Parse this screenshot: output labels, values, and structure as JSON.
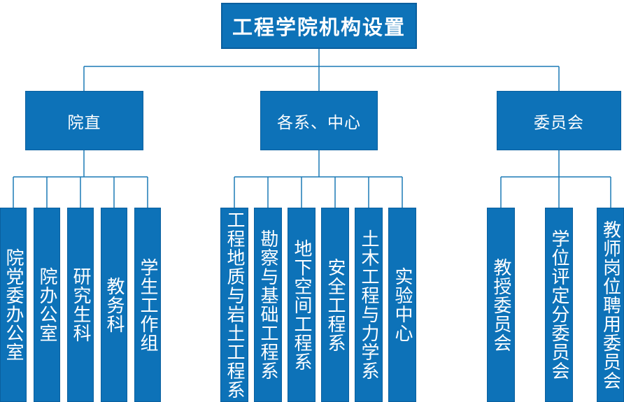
{
  "title": "工程学院机构设置",
  "colors": {
    "box_fill": "#0d72b8",
    "box_border": "#0a5f9e",
    "line": "#1b7ab5",
    "text": "#ffffff",
    "background": "#ffffff"
  },
  "groups": [
    {
      "label": "院直",
      "children": [
        "院党委办公室",
        "院办公室",
        "研究生科",
        "教务科",
        "学生工作组"
      ]
    },
    {
      "label": "各系、中心",
      "children": [
        "工程地质与岩土工程系",
        "勘察与基础工程系",
        "地下空间工程系",
        "安全工程系",
        "土木工程与力学系",
        "实验中心"
      ]
    },
    {
      "label": "委员会",
      "children": [
        "教授委员会",
        "学位评定分委员会",
        "教师岗位聘用委员会"
      ]
    }
  ]
}
